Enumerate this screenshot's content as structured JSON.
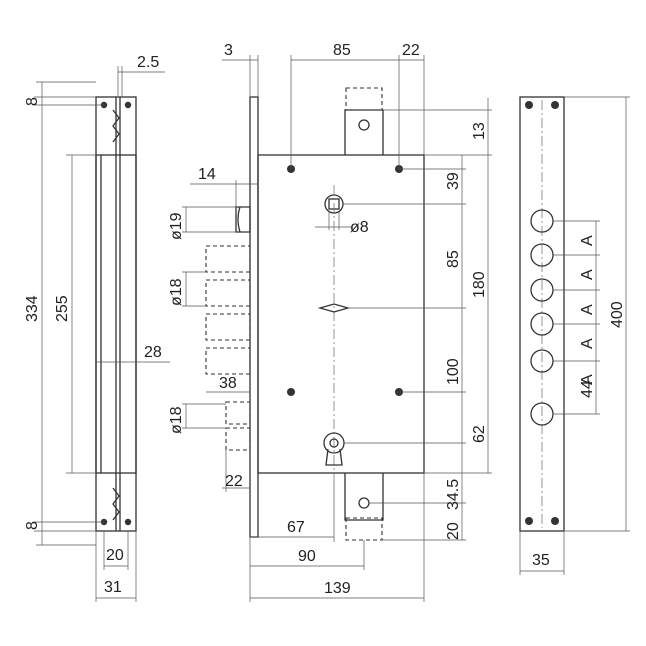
{
  "colors": {
    "line": "#333333",
    "dimension": "#555555",
    "text": "#222222",
    "background": "#ffffff"
  },
  "dimensions": {
    "d2_5": "2.5",
    "d8_top": "8",
    "d334": "334",
    "d255": "255",
    "d28": "28",
    "d8_bottom": "8",
    "d20": "20",
    "d31": "31",
    "d3": "3",
    "d85_top": "85",
    "d22_top": "22",
    "d14": "14",
    "d19": "ø19",
    "d18_a": "ø18",
    "d38": "38",
    "d18_b": "ø18",
    "d22_bottom": "22",
    "d67": "67",
    "d90": "90",
    "d139": "139",
    "d8_hole": "ø8",
    "d13": "13",
    "d39": "39",
    "d85_right": "85",
    "d180": "180",
    "d100": "100",
    "d62": "62",
    "d34_5": "34.5",
    "d20_right": "20",
    "dA1": "A",
    "dA2": "A",
    "dA3": "A",
    "dA4": "A",
    "dA5": "A",
    "d44": "44",
    "d400": "400",
    "d35": "35"
  }
}
